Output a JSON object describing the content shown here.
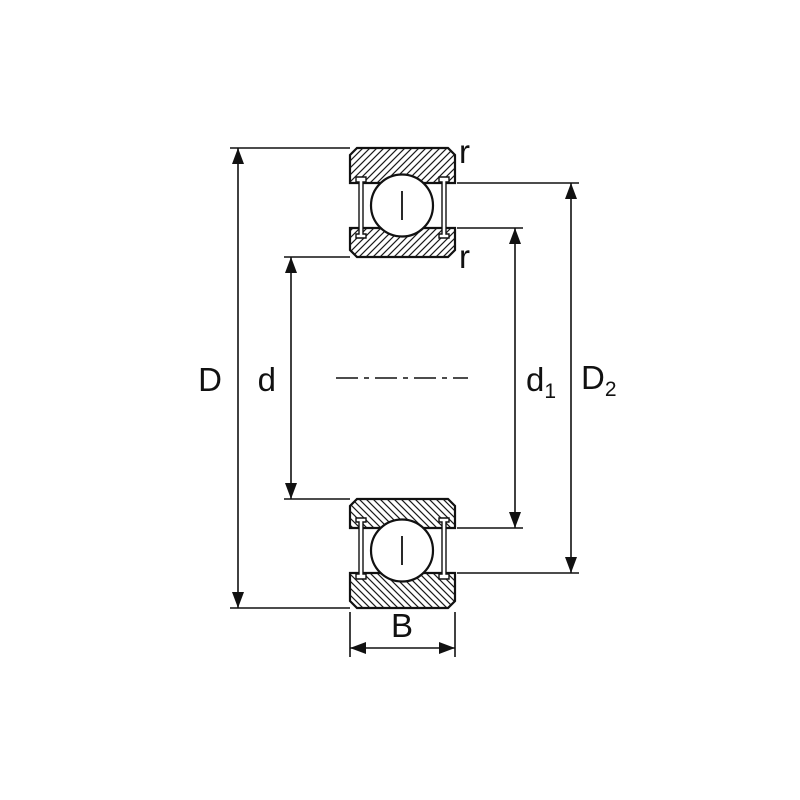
{
  "diagram": {
    "background_color": "#ffffff",
    "line_color": "#111111",
    "labels": {
      "outer_diameter": "D",
      "bore_diameter": "d",
      "shield_land_diameter_main": "d",
      "shield_land_diameter_sub": "1",
      "recess_diameter_main": "D",
      "recess_diameter_sub": "2",
      "width": "B",
      "fillet_radius_outer": "r",
      "fillet_radius_inner": "r"
    }
  }
}
